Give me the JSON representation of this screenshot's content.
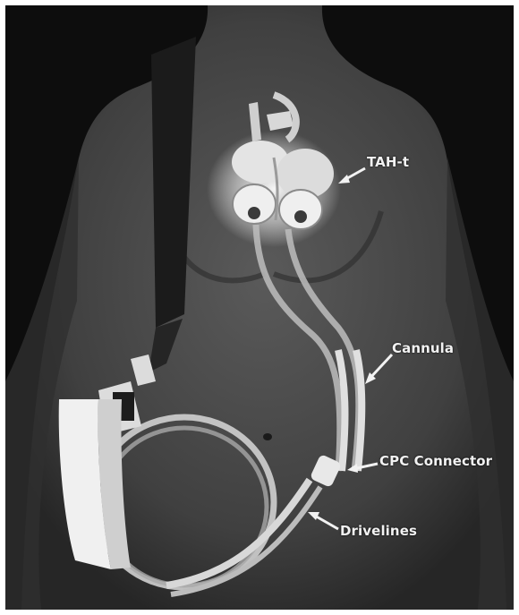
{
  "figure": {
    "labels": {
      "tah": "TAH-t",
      "cannula": "Cannula",
      "connector": "CPC Connector",
      "drivelines": "Drivelines"
    },
    "colors": {
      "background": "#0d0d0d",
      "body": "#4a4a4a",
      "device": "#dcdcdc",
      "label_text": "#f2f2f2"
    }
  }
}
